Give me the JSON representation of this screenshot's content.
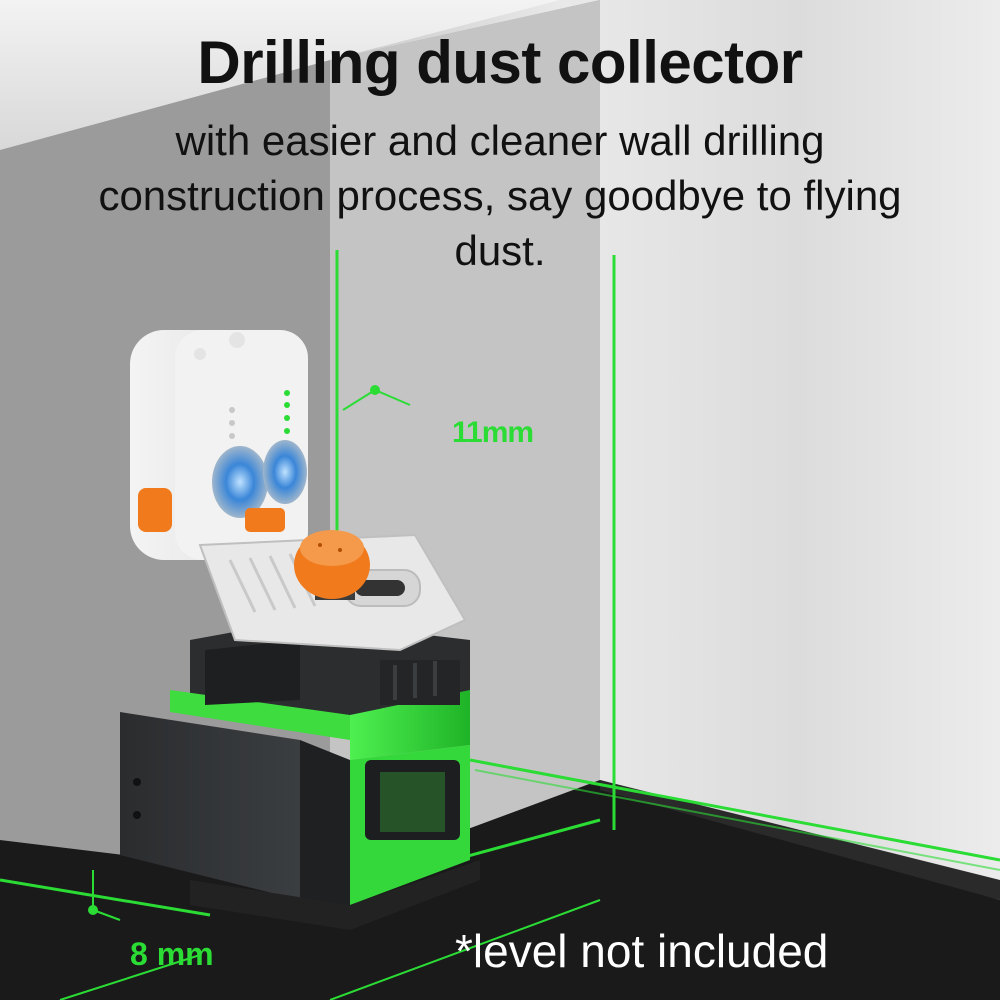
{
  "headline": {
    "title": "Drilling dust collector",
    "subtitle_lines": [
      "with easier and cleaner wall drilling",
      "construction process, say goodbye to flying",
      "dust."
    ]
  },
  "dimensions": {
    "top_gap": "11mm",
    "bottom_gap": "8 mm"
  },
  "footnote": "*level not included",
  "colors": {
    "laser_green": "#2bdc35",
    "accent_orange": "#f07a1c",
    "level_window_blue": "#3a86d8"
  }
}
